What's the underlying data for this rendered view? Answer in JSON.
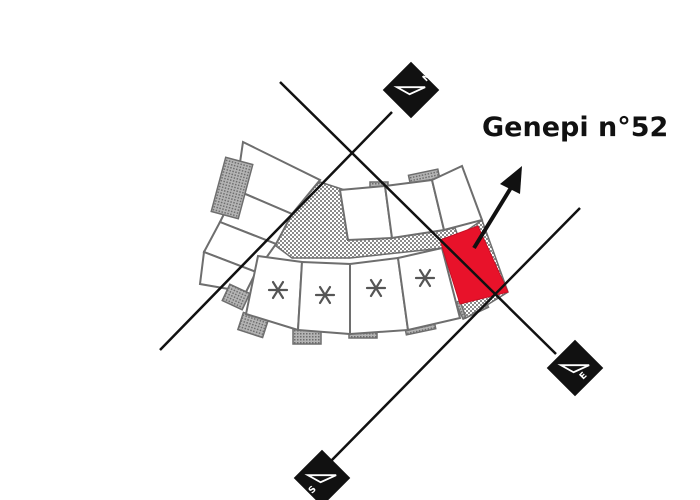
{
  "label": "Genepi n°52",
  "compass": {
    "north": "N",
    "east": "E",
    "south": "S"
  },
  "colors": {
    "highlight": "#e8122a",
    "outline": "#6e6e6e",
    "hatch": "#9a9a9a",
    "axis": "#111111"
  }
}
